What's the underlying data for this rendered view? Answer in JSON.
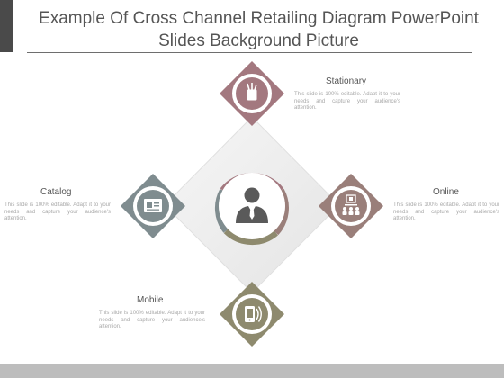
{
  "header": {
    "title_line1": "Example Of Cross Channel Retailing Diagram PowerPoint",
    "title_line2": "Slides Background Picture"
  },
  "colors": {
    "stationary": "#a3787f",
    "online": "#9a7f7a",
    "catalog": "#7f8c8f",
    "mobile": "#8e8a6e",
    "center_diamond": "#ececec",
    "person": "#5a5a5a"
  },
  "nodes": {
    "stationary": {
      "label": "Stationary",
      "description": "This slide is 100% editable. Adapt it to your needs and capture your audience's attention.",
      "icon": "pencil-cup-icon"
    },
    "online": {
      "label": "Online",
      "description": "This slide is 100% editable. Adapt it to your needs and capture your audience's attention.",
      "icon": "online-network-icon"
    },
    "catalog": {
      "label": "Catalog",
      "description": "This slide is 100% editable. Adapt it to your needs and capture your audience's attention.",
      "icon": "catalog-card-icon"
    },
    "mobile": {
      "label": "Mobile",
      "description": "This slide is 100% editable. Adapt it to your needs and capture your audience's attention.",
      "icon": "mobile-phone-icon"
    },
    "center": {
      "icon": "businessman-icon"
    }
  }
}
